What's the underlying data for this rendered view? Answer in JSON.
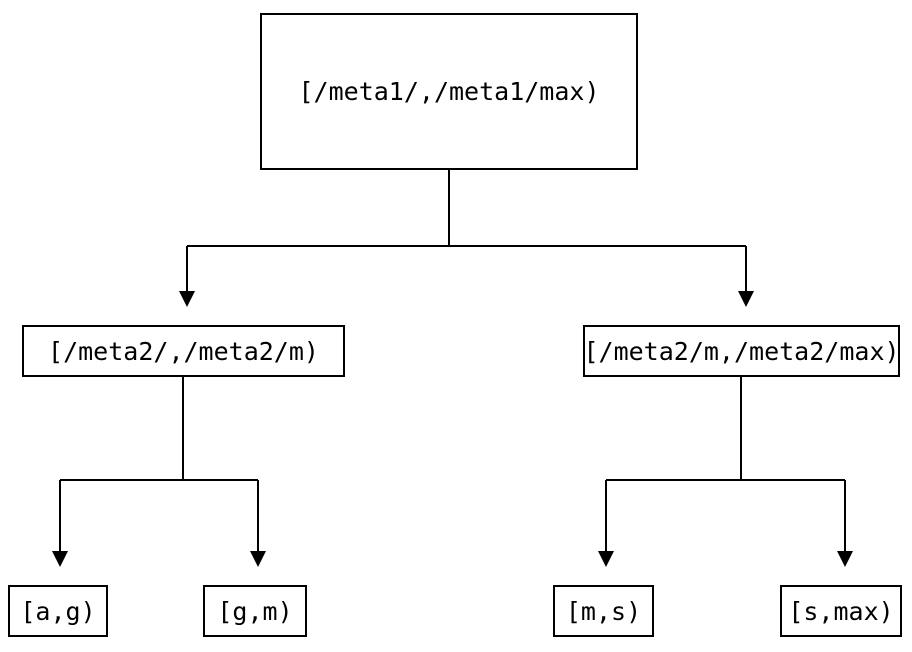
{
  "diagram": {
    "type": "tree",
    "line_color": "#000000",
    "background_color": "#ffffff",
    "root": {
      "label": "[/meta1/,/meta1/max)"
    },
    "children": [
      {
        "label": "[/meta2/,/meta2/m)",
        "children": [
          {
            "label": "[a,g)"
          },
          {
            "label": "[g,m)"
          }
        ]
      },
      {
        "label": "[/meta2/m,/meta2/max)",
        "children": [
          {
            "label": "[m,s)"
          },
          {
            "label": "[s,max)"
          }
        ]
      }
    ]
  }
}
